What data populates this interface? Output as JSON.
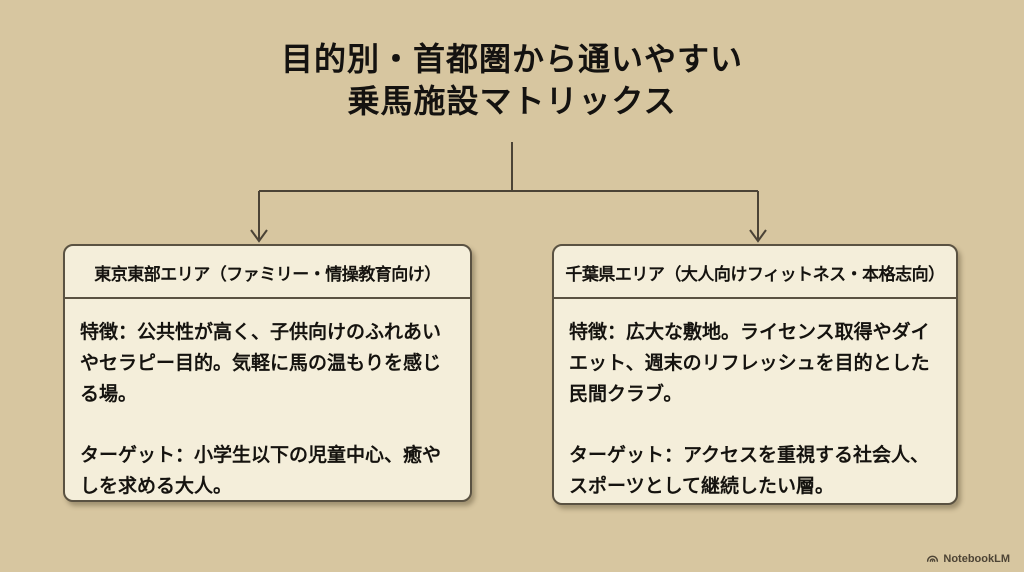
{
  "title": {
    "line1": "目的別・首都圏から通いやすい",
    "line2": "乗馬施設マトリックス"
  },
  "boxes": [
    {
      "header": "東京東部エリア（ファミリー・情操教育向け）",
      "feature": "特徴：公共性が高く、子供向けのふれあい\nやセラピー目的。気軽に馬の温もりを感じ\nる場。",
      "target": "ターゲット：小学生以下の児童中心、癒や\nしを求める大人。"
    },
    {
      "header": "千葉県エリア（大人向けフィットネス・本格志向）",
      "feature": "特徴：広大な敷地。ライセンス取得やダイ\nエット、週末のリフレッシュを目的とした\n民間クラブ。",
      "target": "ターゲット：アクセスを重視する社会人、\nスポーツとして継続したい層。"
    }
  ],
  "watermark": {
    "label": "NotebookLM",
    "icon": "notebooklm-logo-icon"
  },
  "colors": {
    "background": "#d7c6a0",
    "box_fill": "#f4eeda",
    "border": "#5a5242",
    "connector_line": "#4b4336",
    "text": "#141210",
    "watermark_text": "#4d4435"
  },
  "diagram": {
    "type": "tree",
    "root": "目的別・首都圏から通いやすい乗馬施設マトリックス",
    "children": [
      "東京東部エリア（ファミリー・情操教育向け）",
      "千葉県エリア（大人向けフィットネス・本格志向）"
    ]
  }
}
